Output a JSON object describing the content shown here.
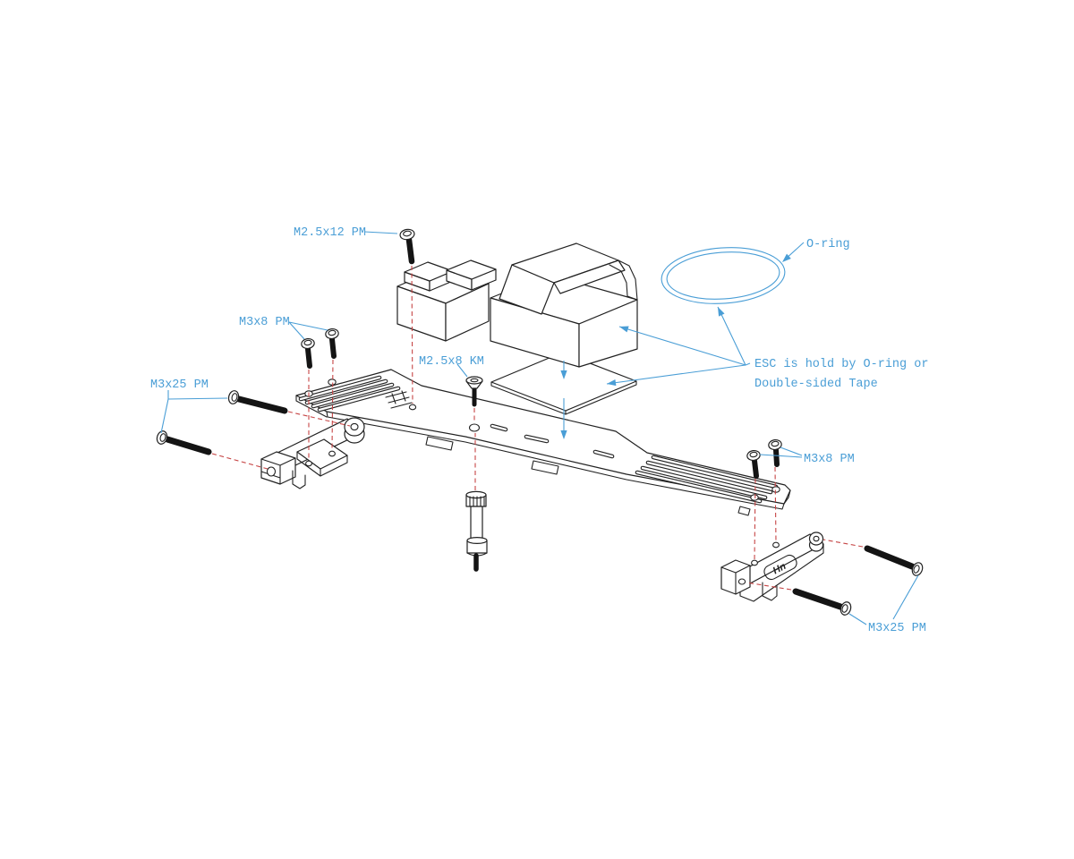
{
  "diagram": {
    "kind": "exploded-assembly-technical-drawing",
    "colors": {
      "background": "#ffffff",
      "annotation_blue": "#4a9ed6",
      "assembly_line_red": "#c64545",
      "part_line_black": "#222222"
    },
    "labels": {
      "screw_top": "M2.5x12 PM",
      "screws_left_small": "M3x8 PM",
      "screws_left_long": "M3x25 PM",
      "screw_countersunk": "M2.5x8 KM",
      "o_ring": "O-ring",
      "screws_right_small": "M3x8 PM",
      "screws_right_long": "M3x25 PM",
      "bracket_logo": "Hn"
    },
    "note": {
      "line1": "ESC is hold by O-ring or",
      "line2": "Double-sided Tape"
    }
  }
}
